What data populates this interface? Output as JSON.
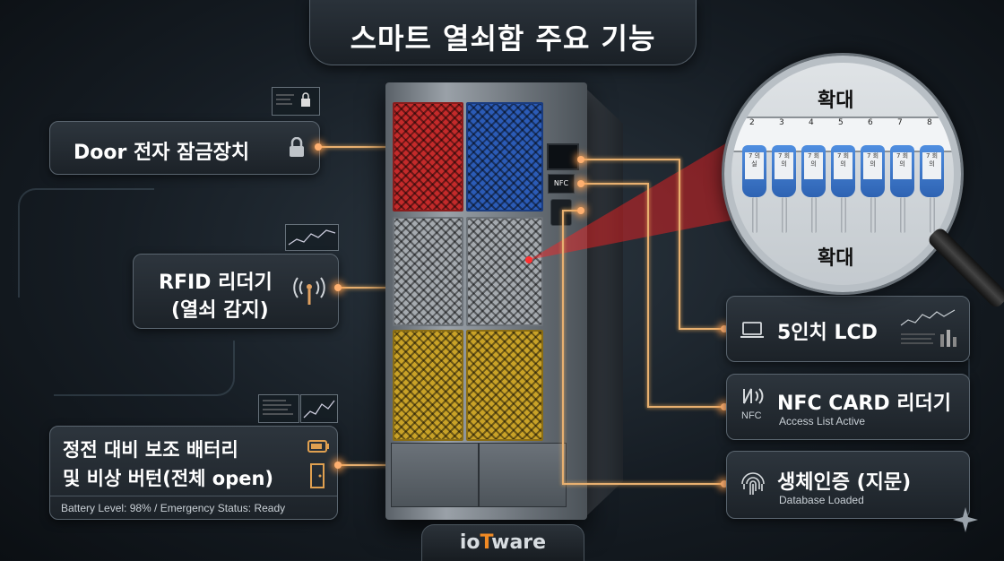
{
  "title": "스마트 열쇠함 주요 기능",
  "left_panels": {
    "door_lock": {
      "label": "Door 전자 잠금장치"
    },
    "rfid": {
      "line1": "RFID 리더기",
      "line2": "(열쇠 감지)"
    },
    "battery": {
      "line1": "정전 대비 보조 배터리",
      "line2": "및 비상 버턴(전체 open)",
      "status": "Battery Level: 98% / Emergency Status: Ready"
    }
  },
  "right_panels": {
    "lcd": {
      "label": "5인치 LCD"
    },
    "nfc": {
      "label": "NFC CARD 리더기",
      "status": "Access List Active",
      "icon_text": "NFC"
    },
    "biometric": {
      "label": "생체인증 (지문)",
      "status": "Database Loaded"
    }
  },
  "magnifier": {
    "top_label": "확대",
    "bottom_label": "확대",
    "slot_numbers": [
      "2",
      "3",
      "4",
      "5",
      "6",
      "7",
      "8"
    ],
    "tag_text": [
      "7\n의\n실",
      "7\n회\n의",
      "7\n회\n의",
      "7\n회\n의",
      "7\n회\n의",
      "7\n회\n의",
      "7\n회\n의"
    ]
  },
  "cabinet": {
    "door_colors": [
      "#c42a2a",
      "#2b5bb6",
      "#9ea3a8",
      "#9ea3a8",
      "#c9a227",
      "#c9a227"
    ],
    "nfc_badge": "NFC"
  },
  "brand": {
    "prefix": "io",
    "accent": "T",
    "suffix": "ware"
  },
  "colors": {
    "connector": "#e8b070",
    "accent_orange": "#f08a24",
    "laser_red": "#ff2020"
  },
  "icons": [
    "lock-icon",
    "rfid-antenna-icon",
    "battery-icon",
    "door-exit-icon",
    "laptop-icon",
    "nfc-icon",
    "fingerprint-icon",
    "magnifier-icon",
    "sparkle-icon"
  ]
}
